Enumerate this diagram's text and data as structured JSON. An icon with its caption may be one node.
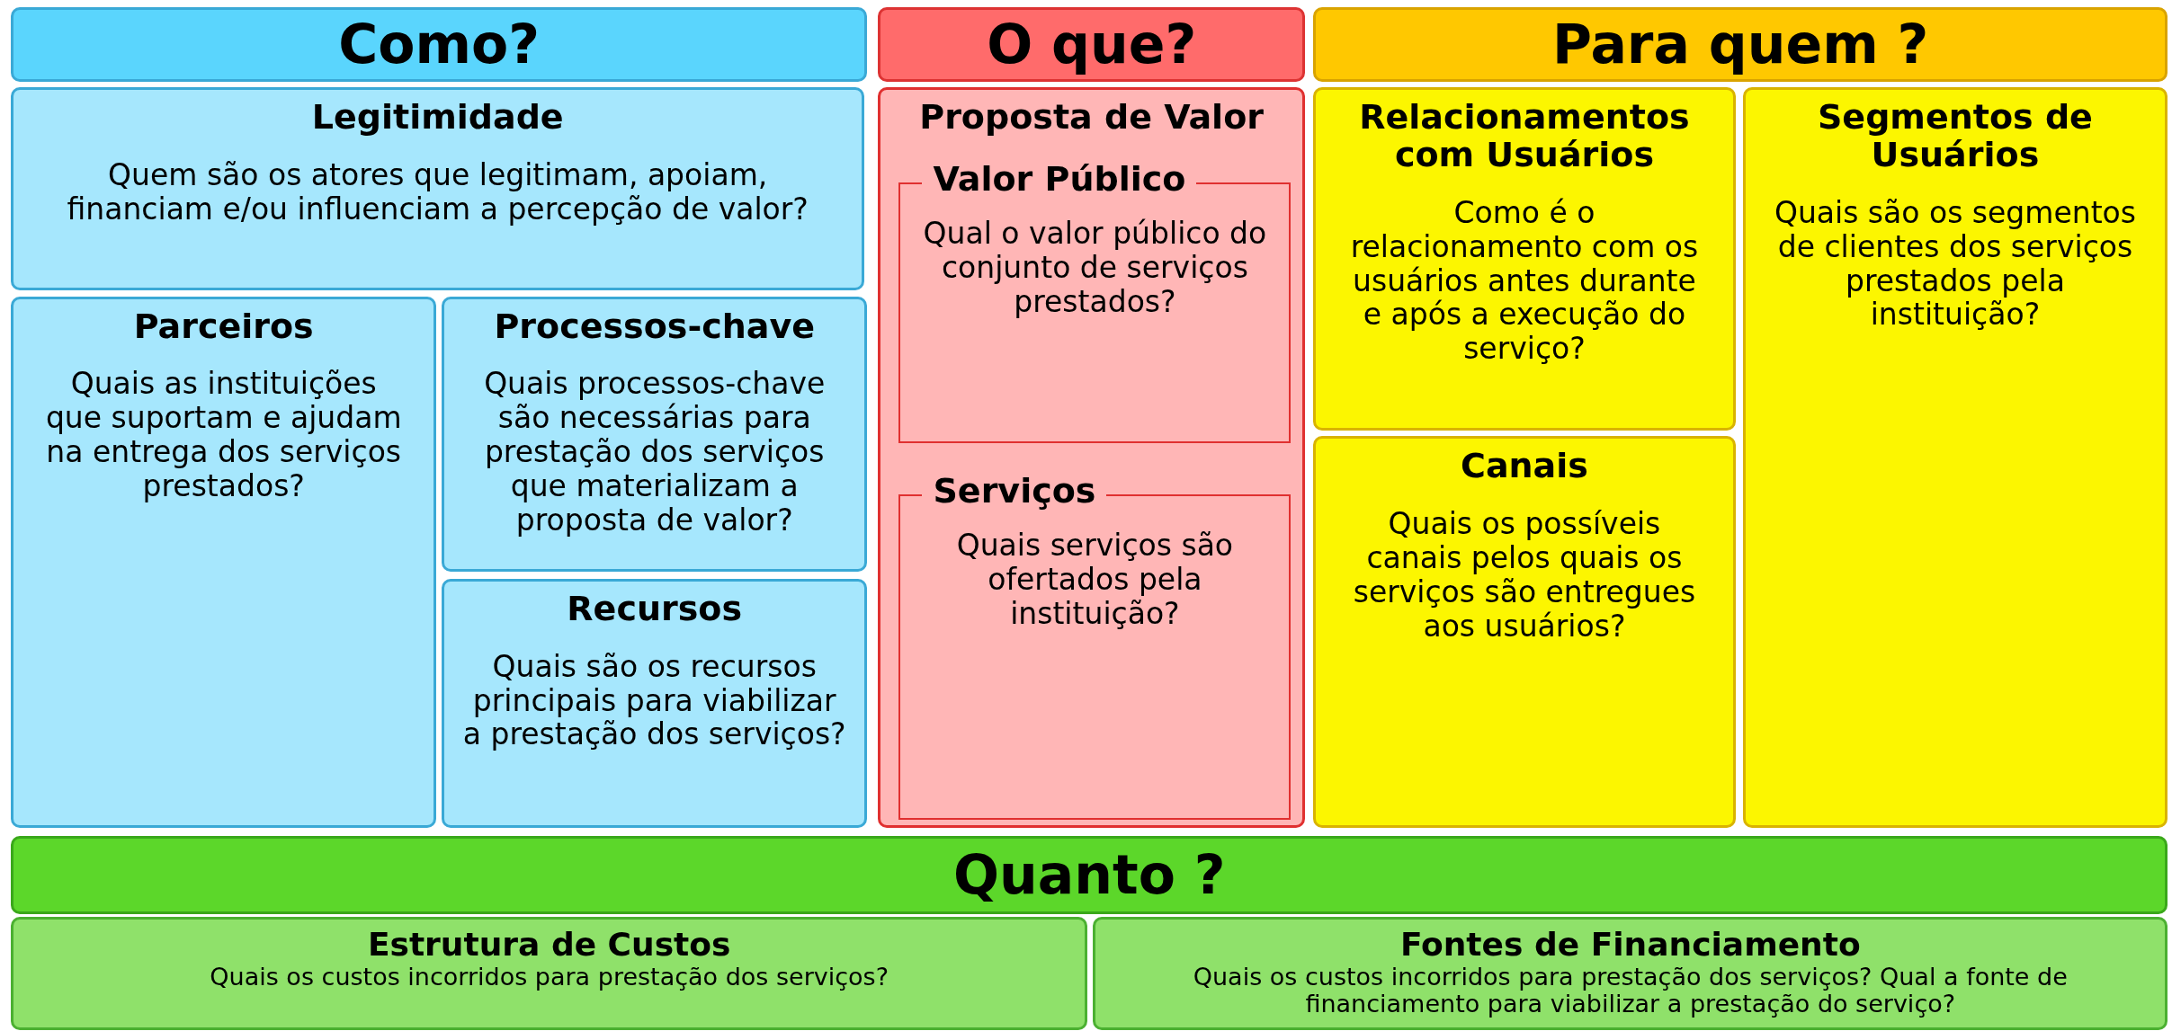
{
  "diagram": {
    "nodes": [
      {
        "text": [
          "Como?"
        ]
      },
      {
        "text": [
          "O que?"
        ]
      },
      {
        "text": [
          "Para quem ?"
        ]
      },
      {
        "text": [
          "Legitimidade",
          "Quem são os atores que legitimam, apoiam, financiam e/ou influenciam a percepção de valor?"
        ]
      },
      {
        "text": [
          "Parceiros",
          "Quais as instituições que suportam e ajudam na entrega dos serviços prestados?"
        ]
      },
      {
        "text": [
          "Processos-chave",
          "Quais processos-chave são necessárias para prestação dos serviços que materializam a proposta de valor?"
        ]
      },
      {
        "text": [
          "Recursos",
          "Quais são os recursos principais para viabilizar a prestação dos serviços?"
        ]
      },
      {
        "text": [
          "Proposta de Valor"
        ]
      },
      {
        "text": [
          "Valor Público",
          "Qual o valor público do conjunto de serviços prestados?"
        ],
        "in": 7
      },
      {
        "text": [
          "Serviços",
          "Quais serviços são ofertados pela instituição?"
        ],
        "in": 7
      },
      {
        "text": [
          "Relacionamentos com Usuários",
          "Como é o relacionamento com os usuários antes durante e após a execução do serviço?"
        ]
      },
      {
        "text": [
          "Canais",
          "Quais os possíveis canais pelos quais os serviços são entregues aos usuários?"
        ]
      },
      {
        "text": [
          "Segmentos de Usuários",
          "Quais são os segmentos de clientes dos serviços prestados pela instituição?"
        ]
      },
      {
        "text": [
          "Quanto ?"
        ]
      },
      {
        "text": [
          "Estrutura de Custos",
          "Quais os custos incorridos para prestação dos serviços?"
        ]
      },
      {
        "text": [
          "Fontes de Financiamento",
          "Quais os custos incorridos para prestação dos serviços? Qual a fonte de financiamento para viabilizar a prestação do serviço?"
        ]
      }
    ],
    "edges": []
  }
}
